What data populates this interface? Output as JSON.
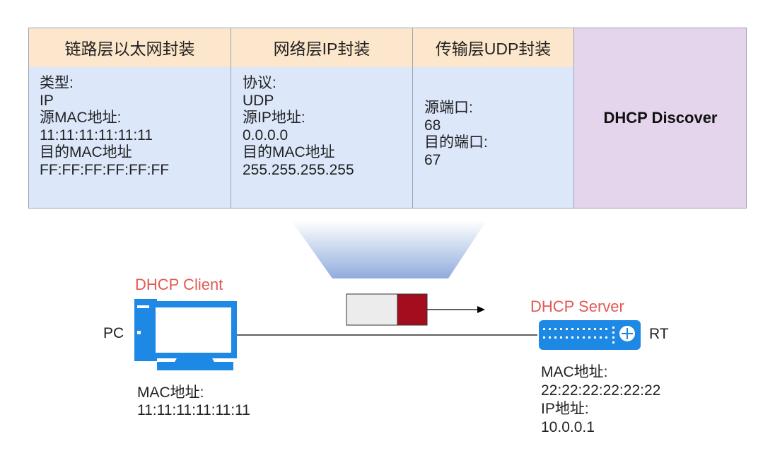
{
  "table": {
    "headers": [
      "链路层以太网封装",
      "网络层IP封装",
      "传输层UDP封装"
    ],
    "link_layer": [
      "类型:",
      "IP",
      "源MAC地址:",
      "11:11:11:11:11:11",
      "目的MAC地址",
      "FF:FF:FF:FF:FF:FF"
    ],
    "network_layer": [
      "协议:",
      "UDP",
      "源IP地址:",
      "0.0.0.0",
      "目的MAC地址",
      "255.255.255.255"
    ],
    "transport_layer": [
      "源端口:",
      "68",
      "目的端口:",
      "67"
    ],
    "message": "DHCP Discover"
  },
  "client": {
    "role": "DHCP Client",
    "name": "PC",
    "mac_label": "MAC地址:",
    "mac": "11:11:11:11:11:11"
  },
  "server": {
    "role": "DHCP Server",
    "name": "RT",
    "mac_label": "MAC地址:",
    "mac": "22:22:22:22:22:22",
    "ip_label": "IP地址:",
    "ip": "10.0.0.1"
  },
  "colors": {
    "header_bg": "#fde7cc",
    "body_bg": "#dce7fa",
    "message_bg": "#e4d4ec",
    "role_text": "#e05a54",
    "device_blue": "#1e88e5",
    "packet_red": "#a30d1e"
  }
}
